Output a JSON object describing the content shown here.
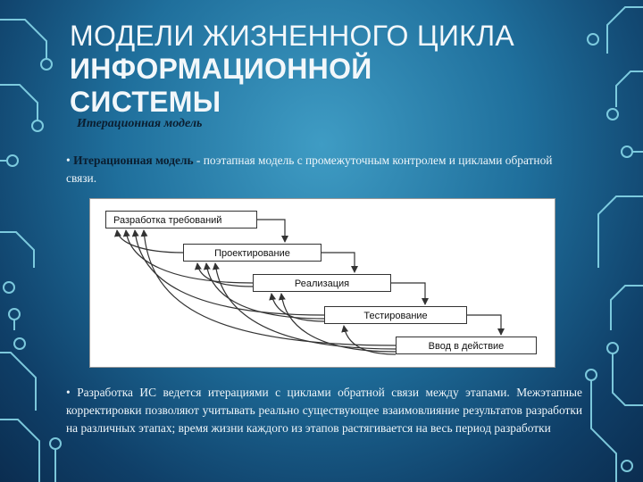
{
  "slide": {
    "title_line1": "МОДЕЛИ ЖИЗНЕННОГО ЦИКЛА",
    "title_line2": "ИНФОРМАЦИОННОЙ",
    "title_line3": "СИСТЕМЫ",
    "subtitle": "Итерационная модель",
    "definition_bullet": "•",
    "definition_term": "Итерационная модель",
    "definition_text": " - поэтапная модель с промежуточным контролем и циклами обратной связи.",
    "body_bullet": "•",
    "body_text": " Разработка ИС ведется итерациями с циклами обратной связи между этапами. Межэтапные корректировки позволяют учитывать реально существующее взаимовлияние результатов разработки на различных этапах; время жизни каждого из этапов растягивается на весь период разработки"
  },
  "diagram": {
    "stages": [
      "Разработка требований",
      "Проектирование",
      "Реализация",
      "Тестирование",
      "Ввод в действие"
    ]
  },
  "colors": {
    "background": "#1f6f9c",
    "circuit": "#8fe0f0"
  }
}
